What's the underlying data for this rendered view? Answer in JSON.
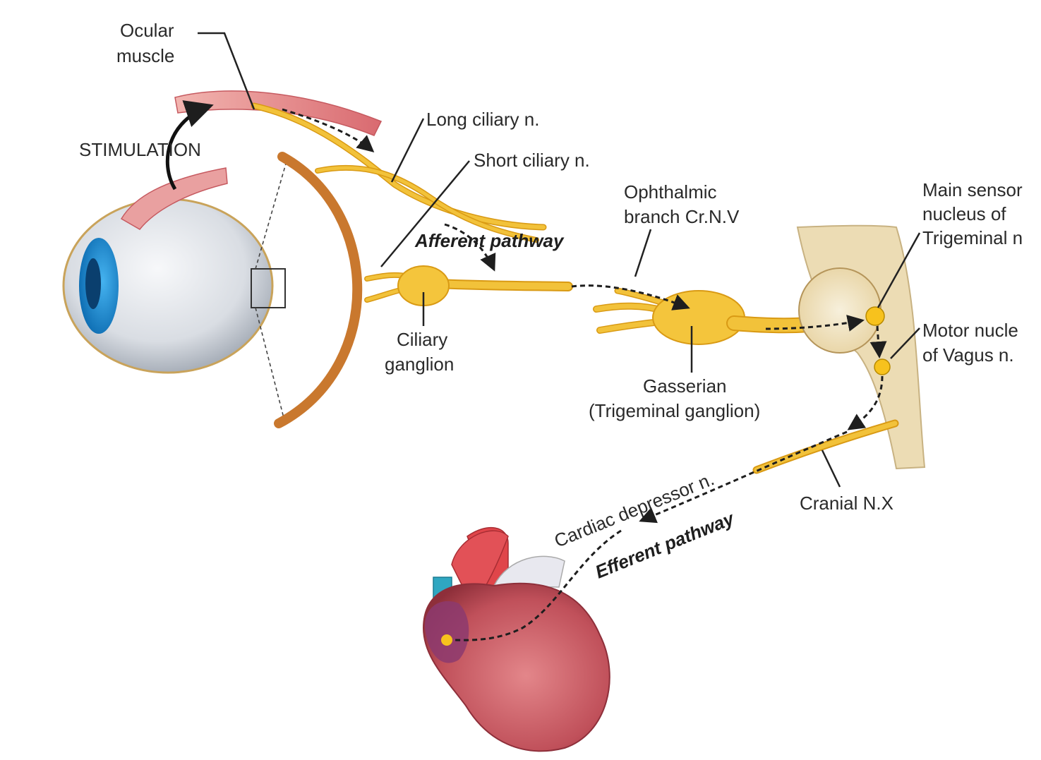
{
  "labels": {
    "ocular_muscle_1": "Ocular",
    "ocular_muscle_2": "muscle",
    "stimulation": "STIMULATION",
    "long_ciliary": "Long ciliary n.",
    "short_ciliary": "Short ciliary n.",
    "afferent": "Afferent pathway",
    "ciliary_ganglion_1": "Ciliary",
    "ciliary_ganglion_2": "ganglion",
    "ophthalmic_1": "Ophthalmic",
    "ophthalmic_2": "branch Cr.N.V",
    "gasserian_1": "Gasserian",
    "gasserian_2": "(Trigeminal ganglion)",
    "main_sensory_1": "Main sensor",
    "main_sensory_2": "nucleus of",
    "main_sensory_3": "Trigeminal n",
    "motor_nucleus_1": "Motor nucle",
    "motor_nucleus_2": "of Vagus n.",
    "cranial_x": "Cranial N.X",
    "cardiac_depressor": "Cardiac depressor n.",
    "efferent": "Efferent pathway"
  },
  "colors": {
    "nerve": "#f2c23a",
    "muscle": "#e58c8c",
    "sclera": "#dfe4ea",
    "iris": "#1f8fd6",
    "retina_arc": "#c9782e",
    "brainstem": "#ecdcb4",
    "heart": "#c9545a",
    "aorta": "#e0454a"
  },
  "icons": [
    "eye-illustration",
    "heart-illustration",
    "brainstem-illustration"
  ]
}
